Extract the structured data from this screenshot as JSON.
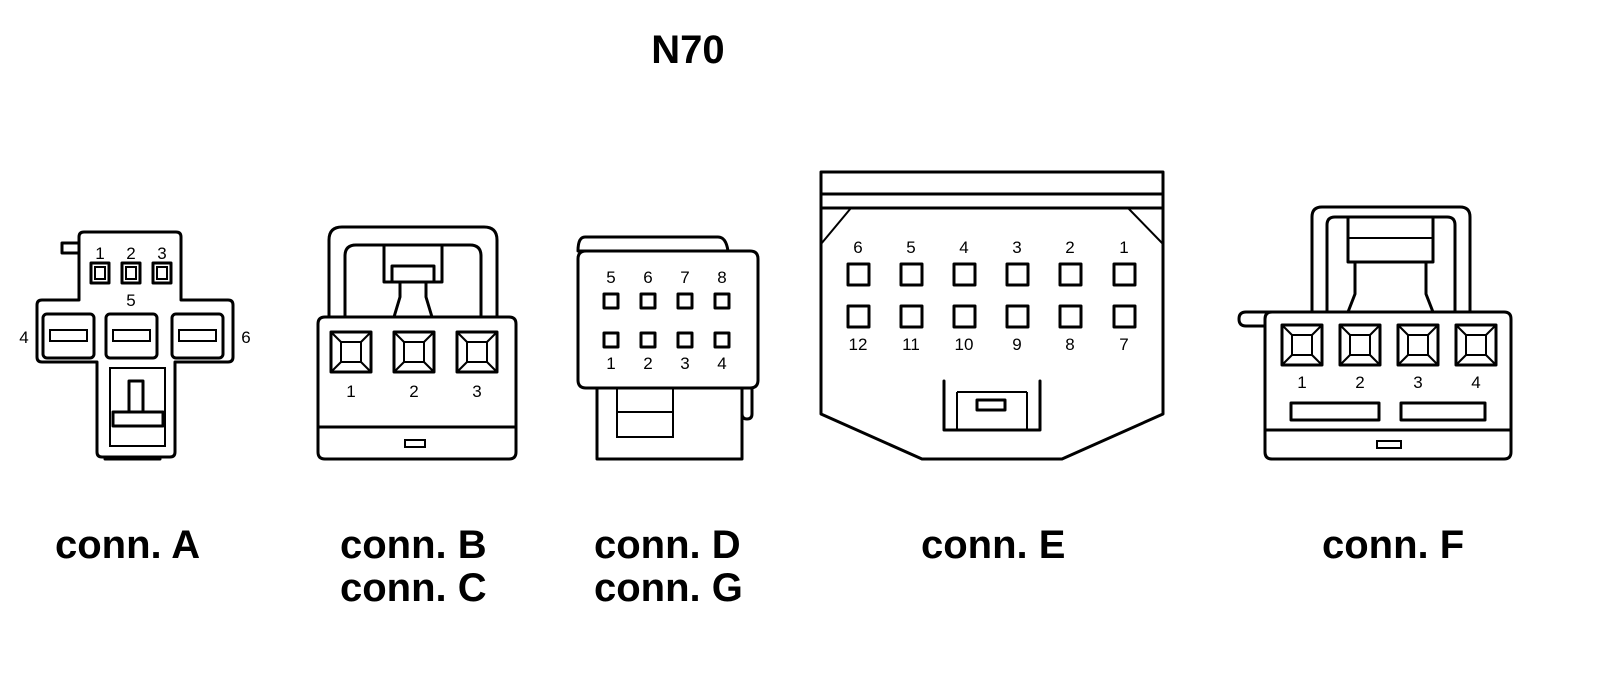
{
  "title": "N70",
  "connectors": {
    "A": {
      "label": "conn. A",
      "pins_top": [
        "1",
        "2",
        "3"
      ],
      "pin_center": "5",
      "pin_left": "4",
      "pin_right": "6"
    },
    "BC": {
      "labels": [
        "conn. B",
        "conn. C"
      ],
      "pins": [
        "1",
        "2",
        "3"
      ]
    },
    "DG": {
      "labels": [
        "conn. D",
        "conn. G"
      ],
      "pins_top": [
        "5",
        "6",
        "7",
        "8"
      ],
      "pins_bottom": [
        "1",
        "2",
        "3",
        "4"
      ]
    },
    "E": {
      "label": "conn. E",
      "pins_top": [
        "6",
        "5",
        "4",
        "3",
        "2",
        "1"
      ],
      "pins_bottom": [
        "12",
        "11",
        "10",
        "9",
        "8",
        "7"
      ]
    },
    "F": {
      "label": "conn. F",
      "pins": [
        "1",
        "2",
        "3",
        "4"
      ]
    }
  }
}
